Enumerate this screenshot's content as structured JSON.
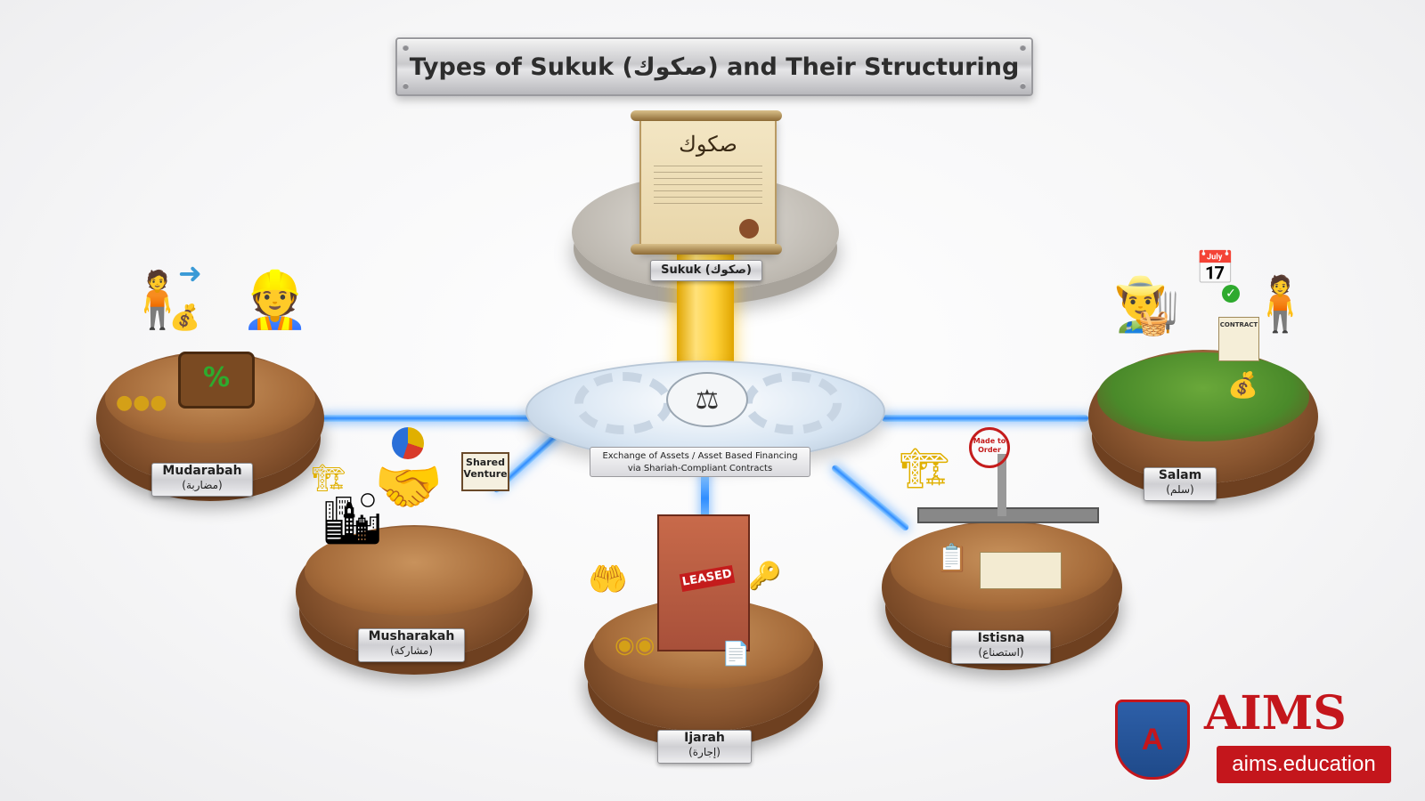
{
  "title": "Types of Sukuk (صكوك) and Their Structuring",
  "center": {
    "scroll_heading": "صكوك",
    "sukuk_label": "Sukuk (صكوك)",
    "exchange_line1": "Exchange of Assets / Asset Based Financing",
    "exchange_line2": "via Shariah-Compliant Contracts"
  },
  "nodes": [
    {
      "en": "Mudarabah",
      "ar": "(مضاربة)"
    },
    {
      "en": "Musharakah",
      "ar": "(مشاركة)",
      "sign": "Shared Venture"
    },
    {
      "en": "Ijarah",
      "ar": "(إجارة)",
      "sign": "LEASED"
    },
    {
      "en": "Istisna",
      "ar": "(استصناع)",
      "stamp": "Made to Order"
    },
    {
      "en": "Salam",
      "ar": "(سلم)",
      "doc": "CONTRACT"
    }
  ],
  "brand": {
    "name": "AIMS",
    "url": "aims.education"
  },
  "colors": {
    "connector": "#2f8dff",
    "brand_red": "#c4161c",
    "wood": "#8a5630"
  }
}
